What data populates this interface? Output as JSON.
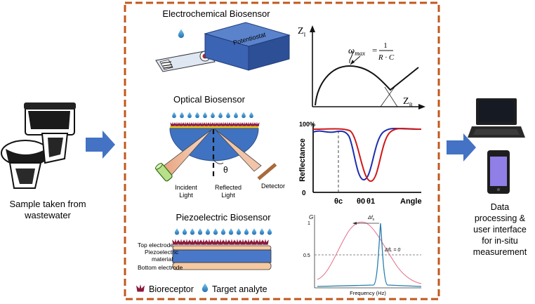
{
  "left": {
    "caption_line1": "Sample taken from",
    "caption_line2": "wastewater"
  },
  "right": {
    "caption_lines": [
      "Data",
      "processing &",
      "user interface",
      "for in-situ",
      "measurement"
    ]
  },
  "electrochemical": {
    "title": "Electrochemical Biosensor",
    "device_label": "Potentiostat",
    "chart": {
      "y_axis_label": "Z",
      "y_axis_sub": "I",
      "x_axis_label": "Z",
      "x_axis_sub": "R",
      "omega_label": "ω",
      "omega_sub": "max",
      "eq_num": "1",
      "eq_den": "R · C",
      "eq_sign": "="
    }
  },
  "optical": {
    "title": "Optical Biosensor",
    "incident": [
      "Incident",
      "Light"
    ],
    "reflected": [
      "Reflected",
      "Light"
    ],
    "detector": "Detector",
    "theta": "θ",
    "chart": {
      "y_top": "100%",
      "y_bottom": "0",
      "y_label": "Reflectance",
      "x_label": "Angle",
      "tick_c": "θc",
      "tick_0": "θ0",
      "tick_1": "θ1"
    }
  },
  "piezo": {
    "title": "Piezoelectric Biosensor",
    "layers": [
      "Top electrode",
      "Piezoelectric",
      "material",
      "Bottom electrode"
    ],
    "chart": {
      "y_label": "G",
      "y_ticks": [
        "1",
        "0.5"
      ],
      "x_label": "Frequency (Hz)",
      "delta_f": "Δf",
      "delta_f_sub": "s",
      "delta_eq": "ΔfL = 0"
    }
  },
  "legend": {
    "bioreceptor": "Bioreceptor",
    "target": "Target analyte"
  },
  "colors": {
    "frame": "#c0581c",
    "arrow": "#4472c4",
    "potentiostat": "#3c64b4",
    "red_curve": "#d01818",
    "blue_curve": "#1c2fb0",
    "pink_curve": "#e36a88",
    "cyan_curve": "#2a7fae",
    "droplet": "#2e86c1"
  }
}
